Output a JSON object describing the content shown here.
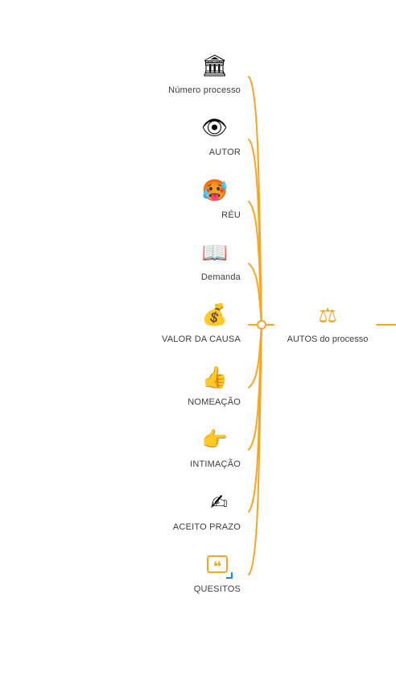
{
  "colors": {
    "branch": "#f5a623",
    "text": "#3d3d3d",
    "selection": "#1e88e5"
  },
  "center": {
    "label": "AUTOS do processo",
    "icon": "⚖",
    "icon_name": "scales-icon"
  },
  "branches": [
    {
      "label": "Número processo",
      "icon": "🏛",
      "icon_name": "classical-building-icon"
    },
    {
      "label": "AUTOR",
      "icon": "👁",
      "icon_name": "eye-icon"
    },
    {
      "label": "RÉU",
      "icon": "🥵",
      "icon_name": "hot-face-icon"
    },
    {
      "label": "Demanda",
      "icon": "📖",
      "icon_name": "open-book-icon"
    },
    {
      "label": "VALOR DA CAUSA",
      "icon": "💰",
      "icon_name": "money-bag-icon"
    },
    {
      "label": "NOMEAÇÃO",
      "icon": "👍",
      "icon_name": "thumbs-up-icon"
    },
    {
      "label": "INTIMAÇÃO",
      "icon": "👉",
      "icon_name": "pointing-right-icon"
    },
    {
      "label": "ACEITO PRAZO",
      "icon": "✍",
      "icon_name": "writing-hand-icon"
    },
    {
      "label": "QUESITOS",
      "icon": "❝",
      "icon_name": "quote-icon"
    }
  ]
}
